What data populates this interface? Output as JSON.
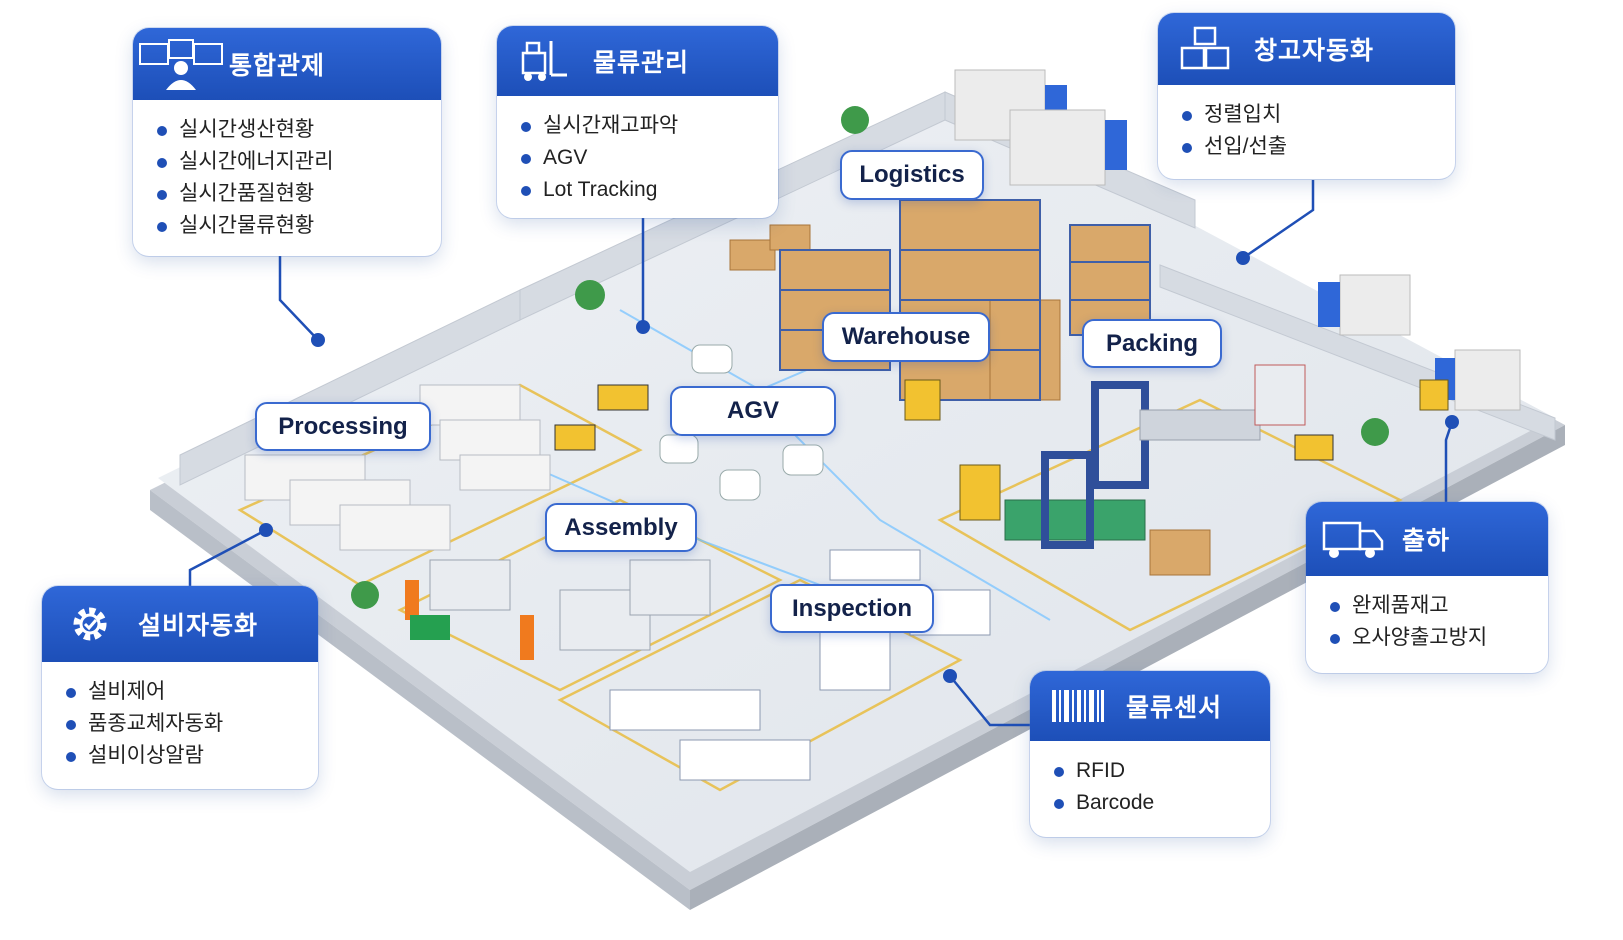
{
  "cards": {
    "control": {
      "title": "통합관제",
      "icon": "monitoring-operator-icon",
      "items": [
        "실시간생산현황",
        "실시간에너지관리",
        "실시간품질현황",
        "실시간물류현황"
      ]
    },
    "logistics_mgmt": {
      "title": "물류관리",
      "icon": "forklift-icon",
      "items": [
        "실시간재고파악",
        "AGV",
        "Lot Tracking"
      ]
    },
    "warehouse_auto": {
      "title": "창고자동화",
      "icon": "boxes-icon",
      "items": [
        "정렬입치",
        "선입/선출"
      ]
    },
    "equipment_auto": {
      "title": "설비자동화",
      "icon": "gear-icon",
      "items": [
        "설비제어",
        "품종교체자동화",
        "설비이상알람"
      ]
    },
    "shipping": {
      "title": "출하",
      "icon": "truck-icon",
      "items": [
        "완제품재고",
        "오사양출고방지"
      ]
    },
    "sensor": {
      "title": "물류센서",
      "icon": "barcode-icon",
      "items": [
        "RFID",
        "Barcode"
      ]
    }
  },
  "zones": {
    "logistics": "Logistics",
    "warehouse": "Warehouse",
    "packing": "Packing",
    "agv": "AGV",
    "processing": "Processing",
    "assembly": "Assembly",
    "inspection": "Inspection"
  },
  "colors": {
    "accent": "#1f4fb6",
    "floor": "#e4e8ee",
    "wall": "#d3d8e0",
    "line": "#2f65cf"
  }
}
